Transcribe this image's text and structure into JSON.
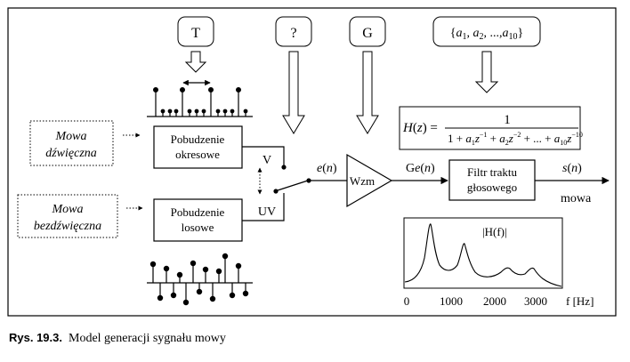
{
  "params": {
    "pitch": "T",
    "unknown": "?",
    "gain": "G",
    "coefficients": "{a1, a2, ...,a10}"
  },
  "inputs": {
    "voiced": "Mowa dźwięczna",
    "unvoiced": "Mowa bezdźwięczna"
  },
  "blocks": {
    "periodic": "Pobudzenie okresowe",
    "noise": "Pobudzenie losowe",
    "amplifier": "Wzm",
    "filter": "Filtr traktu głosowego"
  },
  "switch": {
    "voiced": "V",
    "unvoiced": "UV"
  },
  "signals": {
    "excitation": "e(n)",
    "gained": "Ge(n)",
    "output": "s(n)",
    "output_desc": "mowa"
  },
  "formula": "H(z) = 1 / (1 + a1 z^-1 + a2 z^-2 + ... + a10 z^-10)",
  "spectrum": {
    "title": "|H(f)|",
    "xlabel": "f [Hz]",
    "xticks": [
      "0",
      "1000",
      "2000",
      "3000"
    ]
  },
  "caption": {
    "label": "Rys. 19.3.",
    "text": "Model generacji sygnału mowy"
  }
}
